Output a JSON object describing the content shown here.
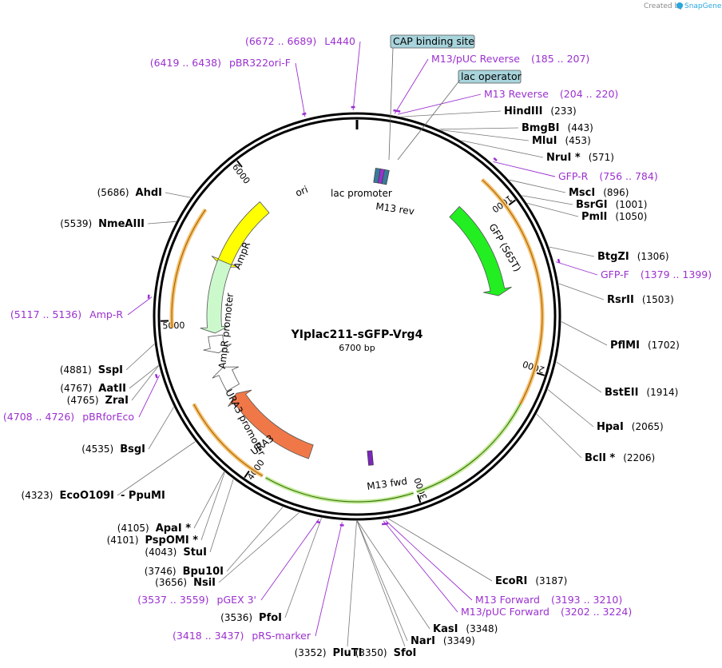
{
  "credit": {
    "prefix": "Created by",
    "brand": "SnapGene"
  },
  "plasmid": {
    "name": "YIplac211-sGFP-Vrg4",
    "length": "6700 bp",
    "total_bp": 6700
  },
  "ticks": [
    {
      "pos": 1000,
      "label": "1000"
    },
    {
      "pos": 2000,
      "label": "2000"
    },
    {
      "pos": 3000,
      "label": "3000"
    },
    {
      "pos": 4000,
      "label": "4000"
    },
    {
      "pos": 5000,
      "label": "5000"
    },
    {
      "pos": 6000,
      "label": "6000"
    }
  ],
  "features": [
    {
      "name": "ori",
      "start": 5400,
      "end": 5950,
      "color": "#ffff00",
      "dir": -1
    },
    {
      "name": "AmpR",
      "start": 4900,
      "end": 5440,
      "color": "#ccf9cc",
      "dir": -1
    },
    {
      "name": "AmpR promoter",
      "start": 4750,
      "end": 4880,
      "color": "#ffffff",
      "dir": -1
    },
    {
      "name": "URA3 promoter",
      "start": 4470,
      "end": 4640,
      "color": "#ffffff",
      "dir": 1
    },
    {
      "name": "URA3",
      "start": 3700,
      "end": 4420,
      "color": "#f07848",
      "dir": 1
    },
    {
      "name": "GFP (S65T)",
      "start": 800,
      "end": 1520,
      "color": "#22ee22",
      "dir": 1
    }
  ],
  "feature_labels": {
    "ori": "ori",
    "ampr": "AmpR",
    "ampr_promoter": "AmpR promoter",
    "ura3_promoter": "URA3 promoter",
    "ura3": "URA3",
    "gfp": "GFP (S65T)",
    "lac_promoter": "lac promoter",
    "m13rev": "M13 rev",
    "m13fwd": "M13 fwd"
  },
  "boxed_labels": {
    "cap": "CAP binding site",
    "lac": "lac operator"
  },
  "sites_right": [
    {
      "name": "HindIII",
      "pos": "(233)",
      "site": 233
    },
    {
      "name": "BmgBI",
      "pos": "(443)",
      "site": 443
    },
    {
      "name": "MluI",
      "pos": "(453)",
      "site": 453
    },
    {
      "name": "NruI *",
      "pos": "(571)",
      "site": 571
    },
    {
      "name": "MscI",
      "pos": "(896)",
      "site": 896
    },
    {
      "name": "BsrGI",
      "pos": "(1001)",
      "site": 1001
    },
    {
      "name": "PmlI",
      "pos": "(1050)",
      "site": 1050
    },
    {
      "name": "BtgZI",
      "pos": "(1306)",
      "site": 1306
    },
    {
      "name": "RsrII",
      "pos": "(1503)",
      "site": 1503
    },
    {
      "name": "PflMI",
      "pos": "(1702)",
      "site": 1702
    },
    {
      "name": "BstEII",
      "pos": "(1914)",
      "site": 1914
    },
    {
      "name": "HpaI",
      "pos": "(2065)",
      "site": 2065
    },
    {
      "name": "BclI *",
      "pos": "(2206)",
      "site": 2206
    },
    {
      "name": "EcoRI",
      "pos": "(3187)",
      "site": 3187
    },
    {
      "name": "KasI",
      "pos": "(3348)",
      "site": 3348
    },
    {
      "name": "NarI",
      "pos": "(3349)",
      "site": 3349
    }
  ],
  "sites_left": [
    {
      "name": "AhdI",
      "pos": "(5686)",
      "site": 5686
    },
    {
      "name": "NmeAIII",
      "pos": "(5539)",
      "site": 5539
    },
    {
      "name": "SspI",
      "pos": "(4881)",
      "site": 4881
    },
    {
      "name": "AatII",
      "pos": "(4767)",
      "site": 4767
    },
    {
      "name": "ZraI",
      "pos": "(4765)",
      "site": 4765
    },
    {
      "name": "BsgI",
      "pos": "(4535)",
      "site": 4535
    },
    {
      "name": "EcoO109I",
      "pos": "(4323)",
      "site": 4323,
      "extra": "- PpuMI"
    },
    {
      "name": "ApaI *",
      "pos": "(4105)",
      "site": 4105
    },
    {
      "name": "PspOMI *",
      "pos": "(4101)",
      "site": 4101
    },
    {
      "name": "StuI",
      "pos": "(4043)",
      "site": 4043
    },
    {
      "name": "Bpu10I",
      "pos": "(3746)",
      "site": 3746
    },
    {
      "name": "NsiI",
      "pos": "(3656)",
      "site": 3656
    },
    {
      "name": "PfoI",
      "pos": "(3536)",
      "site": 3536
    },
    {
      "name": "PluTI",
      "pos": "(3352)",
      "site": 3352
    },
    {
      "name": "SfoI",
      "pos": "(3350)",
      "site": 3350
    }
  ],
  "primers": [
    {
      "name": "L4440",
      "range": "(6672 .. 6689)",
      "site": 6680
    },
    {
      "name": "pBR322ori-F",
      "range": "(6419 .. 6438)",
      "site": 6428
    },
    {
      "name": "M13/pUC Reverse",
      "range": "(185 .. 207)",
      "site": 196
    },
    {
      "name": "M13 Reverse",
      "range": "(204 .. 220)",
      "site": 212
    },
    {
      "name": "GFP-R",
      "range": "(756 .. 784)",
      "site": 770
    },
    {
      "name": "GFP-F",
      "range": "(1379 .. 1399)",
      "site": 1389
    },
    {
      "name": "M13 Forward",
      "range": "(3193 .. 3210)",
      "site": 3201
    },
    {
      "name": "M13/pUC Forward",
      "range": "(3202 .. 3224)",
      "site": 3213
    },
    {
      "name": "pGEX 3'",
      "range": "(3537 .. 3559)",
      "site": 3548
    },
    {
      "name": "pRS-marker",
      "range": "(3418 .. 3437)",
      "site": 3427
    },
    {
      "name": "Amp-R",
      "range": "(5117 .. 5136)",
      "site": 5126
    },
    {
      "name": "pBRforEco",
      "range": "(4708 .. 4726)",
      "site": 4717
    }
  ]
}
